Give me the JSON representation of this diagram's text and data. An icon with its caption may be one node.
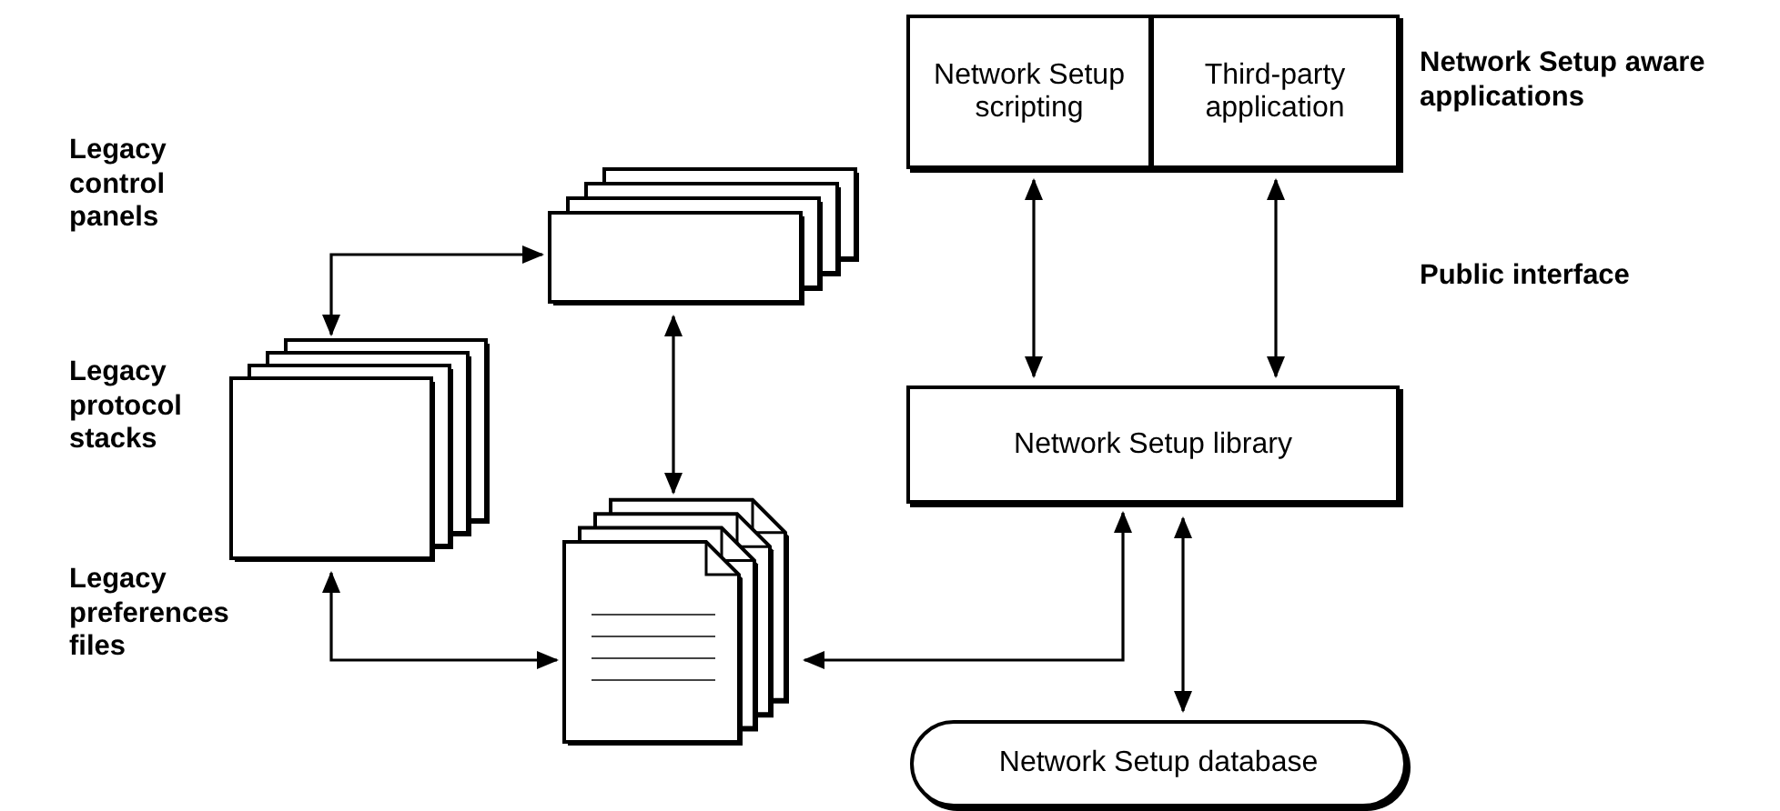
{
  "diagram": {
    "nodes": [
      {
        "text": [
          "Network Setup scripting"
        ]
      },
      {
        "text": [
          "Third-party application"
        ]
      },
      {
        "text": [],
        "shape": "box"
      },
      {
        "text": [
          "Network Setup library"
        ]
      },
      {
        "text": [],
        "shape": "box"
      },
      {
        "text": [],
        "shape": "document"
      },
      {
        "text": [
          "Network Setup database"
        ]
      }
    ],
    "edges": [
      {
        "from": 2,
        "to": 4,
        "arrow": "both"
      },
      {
        "from": 2,
        "to": 5,
        "arrow": "both"
      },
      {
        "from": 4,
        "to": 5,
        "arrow": "both"
      },
      {
        "from": 3,
        "to": 5,
        "arrow": "both"
      },
      {
        "from": 0,
        "to": 3,
        "arrow": "both"
      },
      {
        "from": 1,
        "to": 3,
        "arrow": "both"
      },
      {
        "from": 3,
        "to": 6,
        "arrow": "both"
      }
    ],
    "labels": [
      "Network Setup aware applications",
      "Legacy control panels",
      "Public interface",
      "Legacy protocol stacks",
      "Legacy preferences files"
    ]
  }
}
